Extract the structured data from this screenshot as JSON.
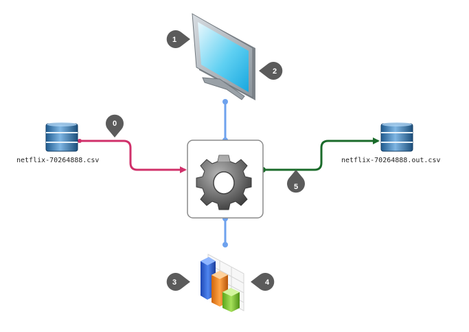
{
  "input_file": {
    "label": "netflix-70264888.csv",
    "icon": "database-icon"
  },
  "output_file": {
    "label": "netflix-70264888.out.csv",
    "icon": "database-icon"
  },
  "process": {
    "icon": "gear-icon"
  },
  "monitor": {
    "icon": "monitor-icon"
  },
  "chart": {
    "icon": "bar-chart-icon"
  },
  "badges": [
    "0",
    "1",
    "2",
    "3",
    "4",
    "5"
  ],
  "colors": {
    "input_edge": "#d0306a",
    "output_edge": "#1a6b2a",
    "link_edge": "#6ea2ee",
    "badge": "#5b5b5b",
    "node_border": "#8a8a8a"
  }
}
